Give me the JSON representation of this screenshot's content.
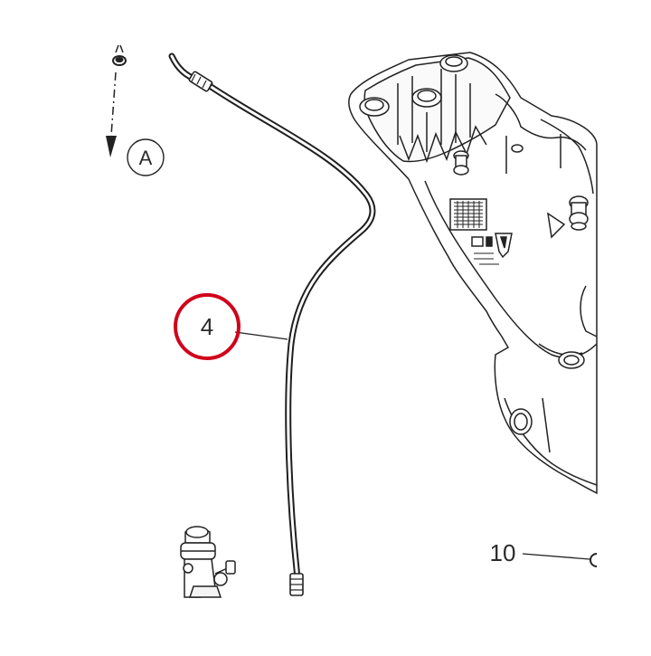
{
  "diagram": {
    "view_ref": "A",
    "callouts": [
      {
        "label": "4",
        "highlighted": true,
        "highlight_color": "#d0021b"
      },
      {
        "label": "10",
        "highlighted": false
      }
    ]
  }
}
